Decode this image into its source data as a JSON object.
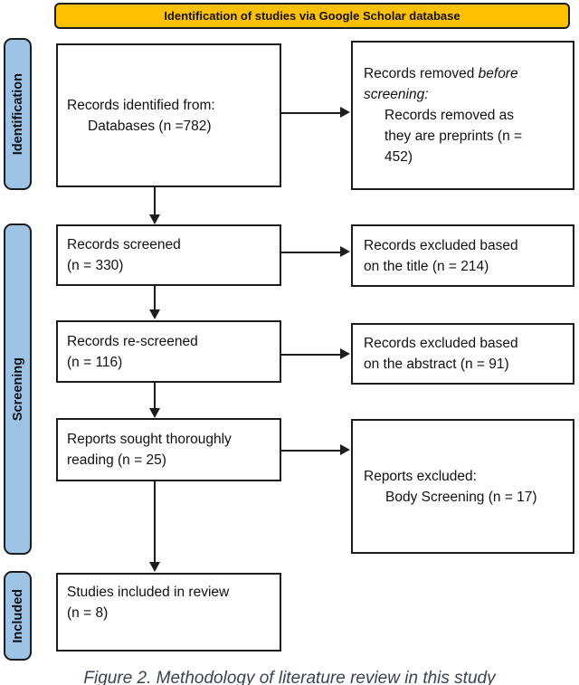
{
  "banner": {
    "title": "Identification of studies via Google Scholar database"
  },
  "stage_labels": {
    "identification": "Identification",
    "screening": "Screening",
    "included": "Included"
  },
  "boxes": {
    "identified": {
      "line1": "Records identified from:",
      "line2": "Databases (n =782)"
    },
    "removed": {
      "lead": "Records removed ",
      "lead_italic": "before screening",
      "lead_suffix": ":",
      "sub_line1": "Records removed as",
      "sub_line2": "they are preprints (n =",
      "sub_line3": "452)"
    },
    "screened": {
      "line1": "Records screened",
      "line2": "(n = 330)"
    },
    "excluded_title": {
      "line1": "Records excluded based",
      "line2": "on the title (n = 214)"
    },
    "rescreened": {
      "line1": "Records re-screened",
      "line2": "(n = 116)"
    },
    "excluded_abstract": {
      "line1": "Records excluded based",
      "line2": "on the abstract (n = 91)"
    },
    "sought": {
      "line1": "Reports sought thoroughly",
      "line2": "reading (n = 25)"
    },
    "reports_excluded": {
      "line1": "Reports excluded:",
      "line2": "Body Screening (n = 17)"
    },
    "included": {
      "line1": "Studies included in review",
      "line2": "(n = 8)"
    }
  },
  "caption": "Figure 2. Methodology of literature review in this study",
  "colors": {
    "banner_fill": "#FFC000",
    "stage_label_fill": "#9DC3E6",
    "line_color": "#1c1c1c",
    "caption_color": "#3a4254"
  }
}
